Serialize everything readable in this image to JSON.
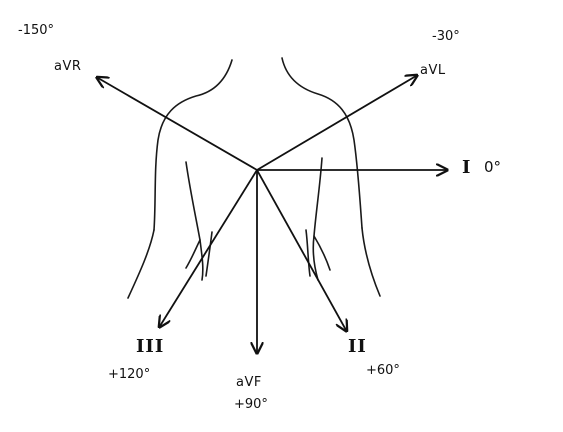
{
  "leads": {
    "avr": {
      "name": "aVR",
      "angle": "-150°"
    },
    "avl": {
      "name": "aVL",
      "angle": "-30°"
    },
    "i": {
      "name": "I",
      "angle": "0°"
    },
    "ii": {
      "name": "II",
      "angle": "+60°"
    },
    "avf": {
      "name": "aVF",
      "angle": "+90°"
    },
    "iii": {
      "name": "III",
      "angle": "+120°"
    }
  }
}
